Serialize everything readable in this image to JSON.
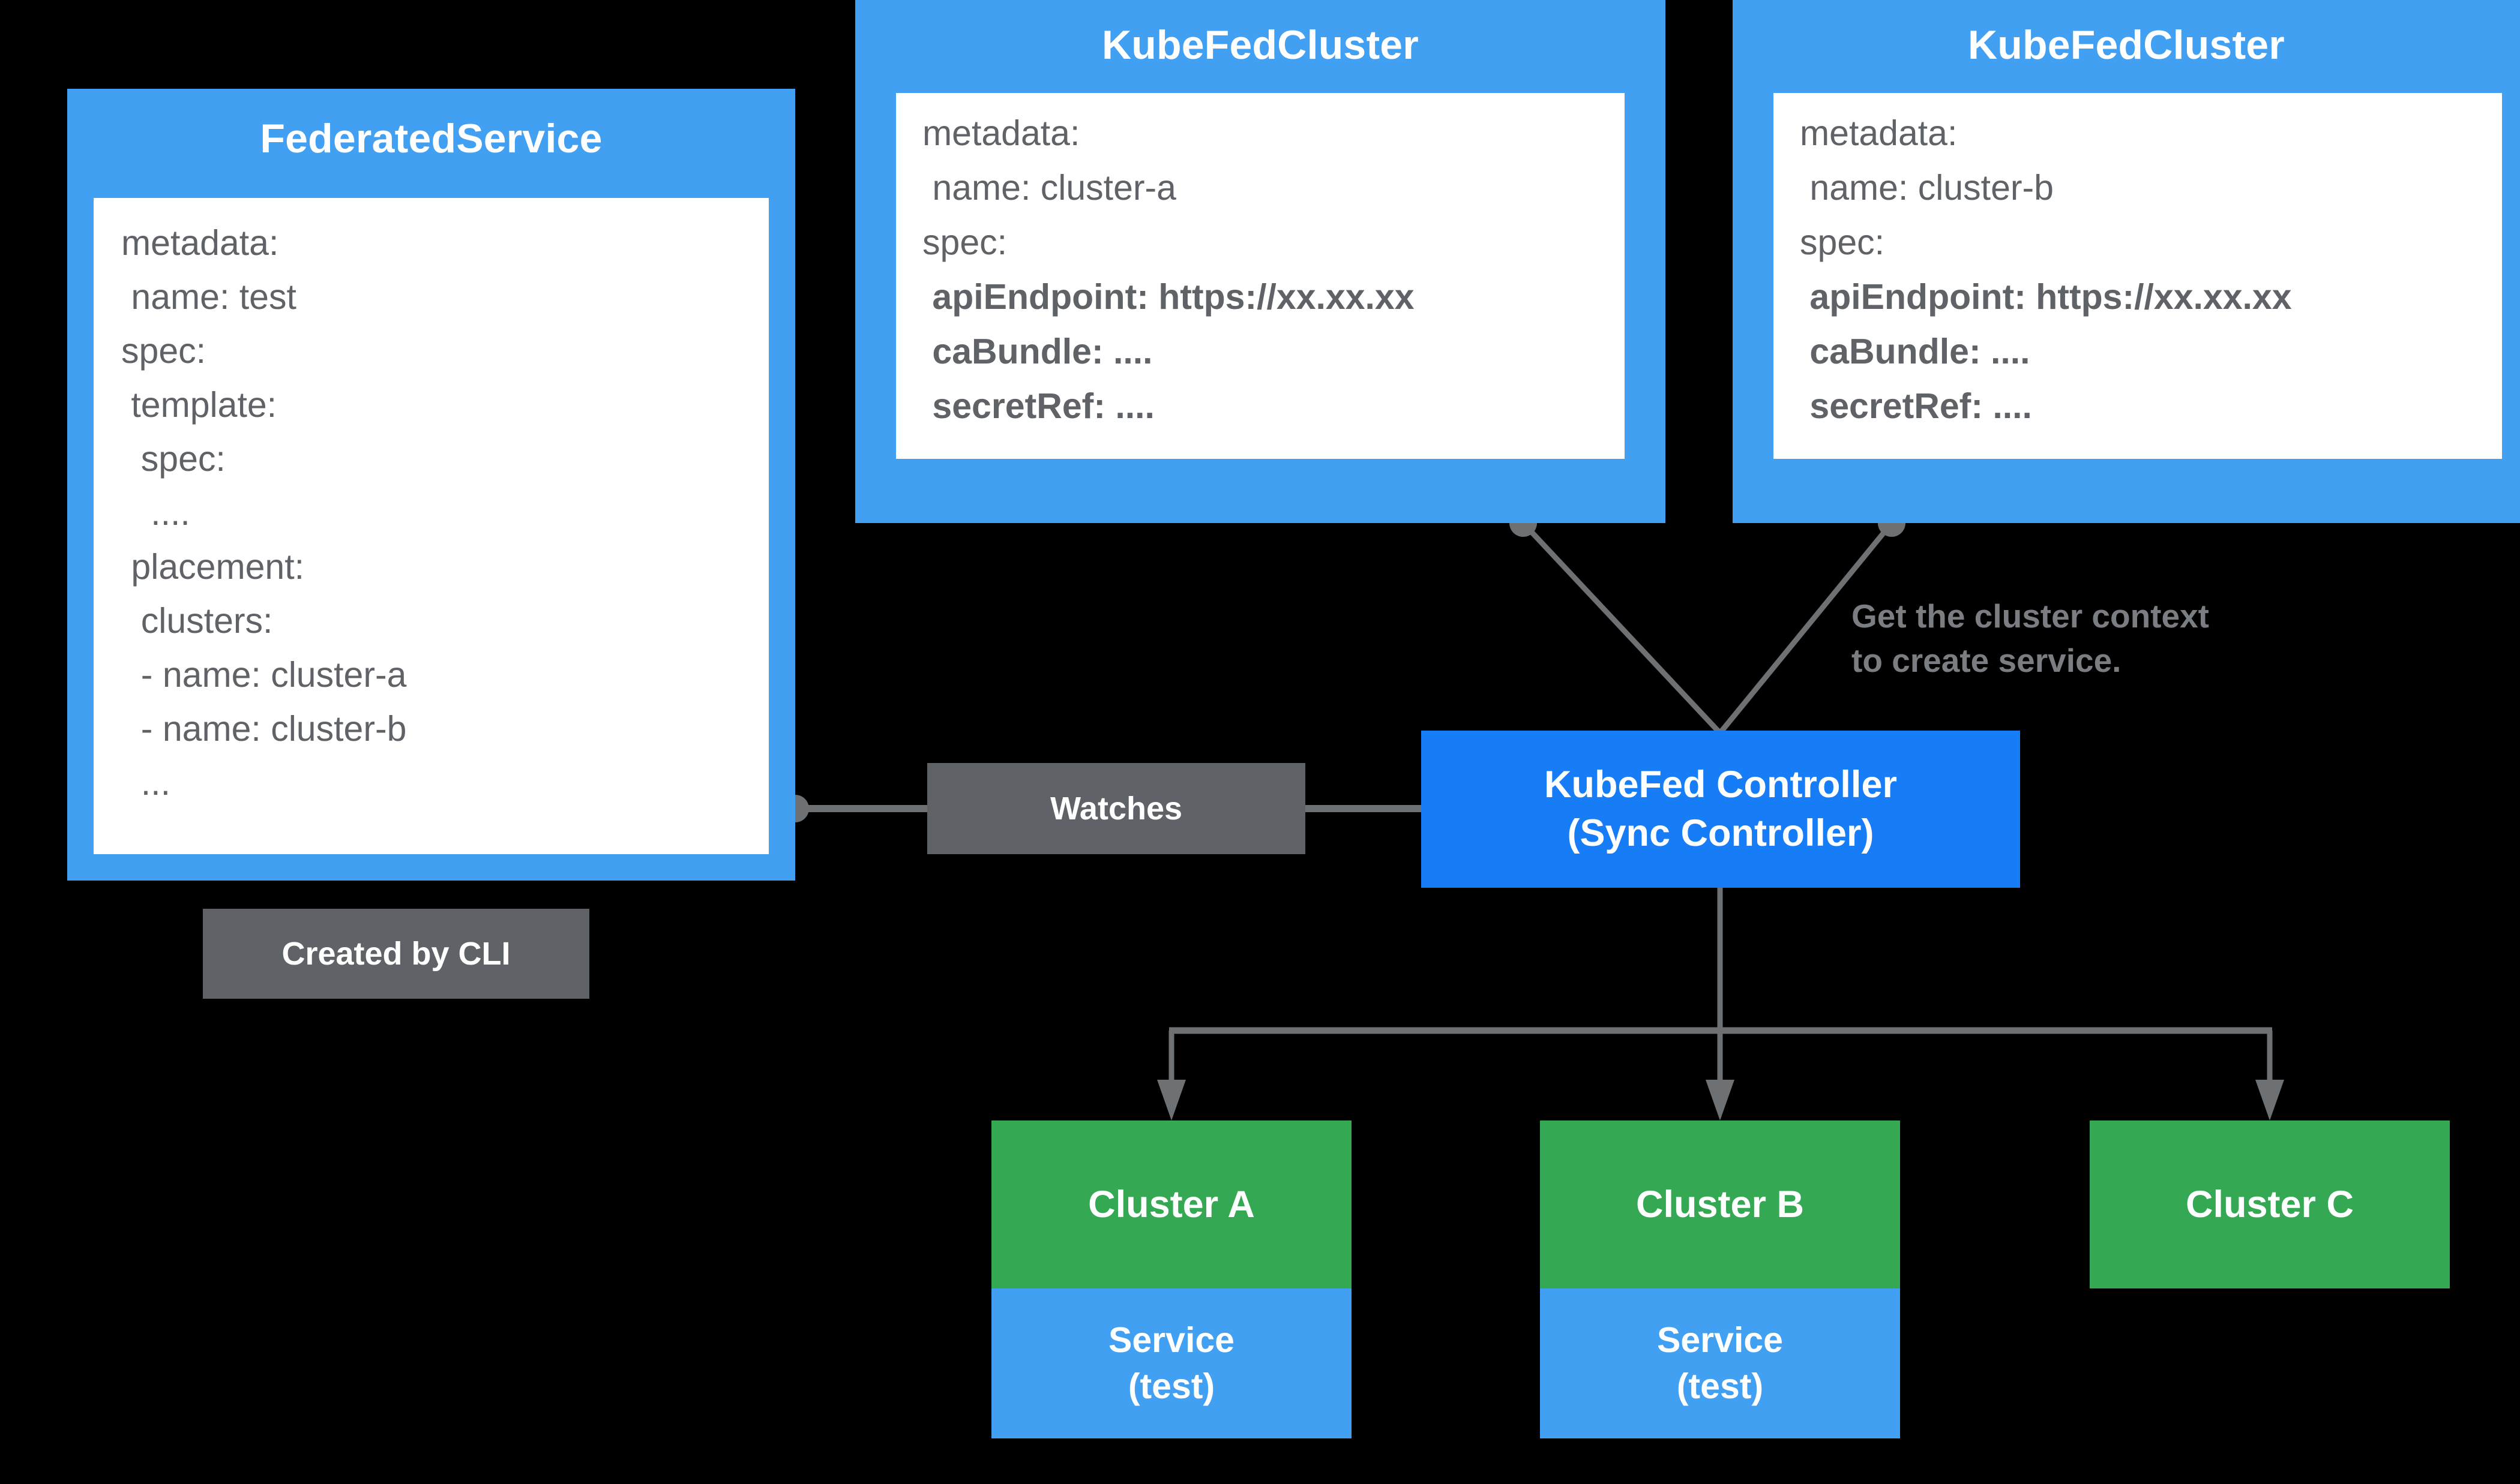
{
  "diagram": {
    "title": "KubeFed federated service propagation",
    "colors": {
      "background": "#000000",
      "card_blue": "#42a0f2",
      "controller_blue": "#177df7",
      "cluster_green": "#34a853",
      "badge_grey": "#5f6368",
      "wire_grey": "#6e7174",
      "body_text": "#5f6368",
      "note_text": "#7a7d81",
      "card_body_bg": "#ffffff"
    }
  },
  "federated_service": {
    "title": "FederatedService",
    "spec_lines": [
      {
        "text": "metadata:",
        "bold": false
      },
      {
        "text": " name: test",
        "bold": false
      },
      {
        "text": "spec:",
        "bold": false
      },
      {
        "text": " template:",
        "bold": false
      },
      {
        "text": "  spec:",
        "bold": false
      },
      {
        "text": "   ....",
        "bold": false
      },
      {
        "text": " placement:",
        "bold": false
      },
      {
        "text": "  clusters:",
        "bold": false
      },
      {
        "text": "  - name: cluster-a",
        "bold": false
      },
      {
        "text": "  - name: cluster-b",
        "bold": false
      },
      {
        "text": "  ...",
        "bold": false
      }
    ],
    "created_badge": "Created by CLI"
  },
  "kubefed_clusters": [
    {
      "title": "KubeFedCluster",
      "spec_lines": [
        {
          "text": "metadata:",
          "bold": false
        },
        {
          "text": " name: cluster-a",
          "bold": false
        },
        {
          "text": "spec:",
          "bold": false
        },
        {
          "text": " apiEndpoint: https://xx.xx.xx",
          "bold": true
        },
        {
          "text": " caBundle: ....",
          "bold": true
        },
        {
          "text": " secretRef: ....",
          "bold": true
        }
      ]
    },
    {
      "title": "KubeFedCluster",
      "spec_lines": [
        {
          "text": "metadata:",
          "bold": false
        },
        {
          "text": " name: cluster-b",
          "bold": false
        },
        {
          "text": "spec:",
          "bold": false
        },
        {
          "text": " apiEndpoint: https://xx.xx.xx",
          "bold": true
        },
        {
          "text": " caBundle: ....",
          "bold": true
        },
        {
          "text": " secretRef: ....",
          "bold": true
        }
      ]
    }
  ],
  "controller": {
    "line1": "KubeFed Controller",
    "line2": "(Sync Controller)"
  },
  "edges": {
    "watches_label": "Watches",
    "context_note": "Get the cluster context\nto create service."
  },
  "clusters": [
    {
      "name": "Cluster A",
      "service_line1": "Service",
      "service_line2": "(test)",
      "has_service": true
    },
    {
      "name": "Cluster B",
      "service_line1": "Service",
      "service_line2": "(test)",
      "has_service": true
    },
    {
      "name": "Cluster C",
      "service_line1": "",
      "service_line2": "",
      "has_service": false
    }
  ]
}
